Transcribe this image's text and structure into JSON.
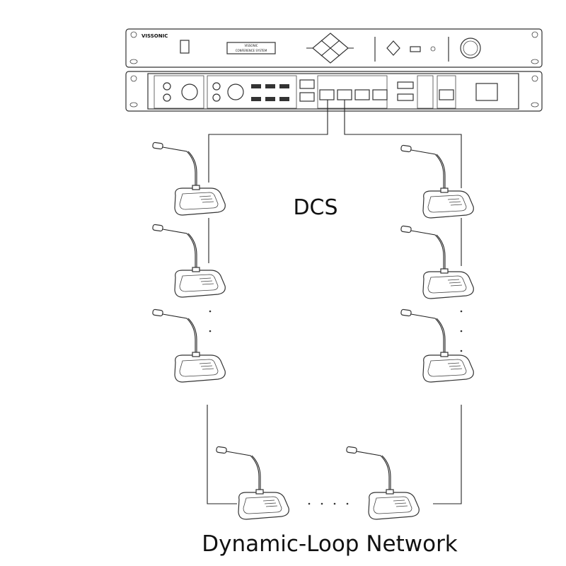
{
  "device": {
    "brand": "VISSONIC",
    "display_line1": "VISSONIC",
    "display_line2": "CONFERENCE SYSTEM"
  },
  "labels": {
    "center": "DCS",
    "bottom": "Dynamic-Loop Network"
  },
  "units": {
    "left_column": 3,
    "right_column": 3,
    "bottom_row": 2
  }
}
